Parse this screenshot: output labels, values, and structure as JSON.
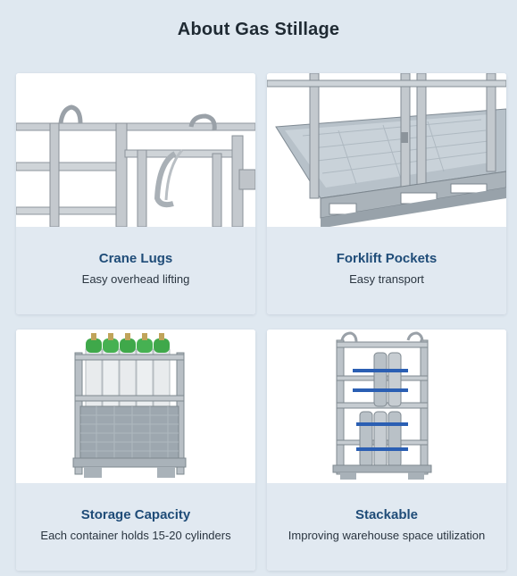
{
  "page": {
    "title": "About Gas Stillage"
  },
  "features": [
    {
      "title": "Crane Lugs",
      "subtitle": "Easy overhead lifting",
      "image": "crane-lugs-photo"
    },
    {
      "title": "Forklift Pockets",
      "subtitle": "Easy transport",
      "image": "forklift-pockets-photo"
    },
    {
      "title": "Storage Capacity",
      "subtitle": "Each container holds 15-20 cylinders",
      "image": "storage-capacity-photo"
    },
    {
      "title": "Stackable",
      "subtitle": "Improving warehouse space utilization",
      "image": "stackable-photo"
    }
  ],
  "colors": {
    "background": "#dfe8f0",
    "caption_background": "#e1e9f1",
    "feature_title": "#1f4c78",
    "cylinder_green": "#3fa84a",
    "strap_blue": "#2b5fb3"
  }
}
